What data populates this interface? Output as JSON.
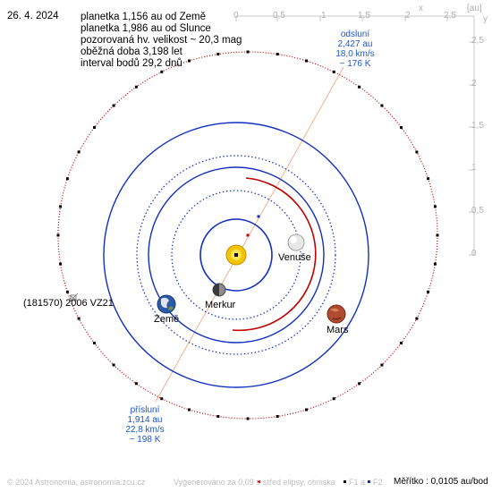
{
  "header": {
    "date": "26. 4. 2024",
    "lines": [
      "planetka 1,156 au od Země",
      "planetka 1,986 au od Slunce",
      "pozorovaná hv. velikost ~ 20,3 mag",
      "oběžná doba 3,198 let",
      "interval bodů 29,2 dnů"
    ]
  },
  "asteroid_label": "(181570) 2006 VZ21",
  "aphelion": {
    "title": "odsluní",
    "distance": "2,427 au",
    "speed": "18,0 km/s",
    "temp": "~ 176 K"
  },
  "perihelion": {
    "title": "přísluní",
    "distance": "1,914 au",
    "speed": "22,8 km/s",
    "temp": "~ 198 K"
  },
  "planets": {
    "earth": "Země",
    "mercury": "Merkur",
    "venus": "Venuše",
    "mars": "Mars"
  },
  "axes": {
    "unit": "[au]",
    "x_label": "x",
    "y_label": "y",
    "x_ticks": [
      "0",
      "0,5",
      "1",
      "1,5",
      "2",
      "2,5"
    ],
    "y_ticks": [
      "2,5",
      "2",
      "1,5",
      "1",
      "0,5",
      "0"
    ]
  },
  "footer": {
    "copyright": "© 2024 Astronomia, astronomia.zcu.cz",
    "generated": "Vygenerováno za 0,09 s",
    "legend_center": "střed elipsy, ohniska",
    "legend_f1": "F1 a",
    "legend_f2": "F2",
    "scale": "Měřítko : 0,0105 au/bod"
  },
  "colors": {
    "asteroid_orbit": "#c00000",
    "planet_orbit": "#1030c0",
    "axis": "#c8c8c8",
    "apsis_line": "#f0a070",
    "label_blue": "#1a56d6",
    "sun": "#f5c400"
  }
}
